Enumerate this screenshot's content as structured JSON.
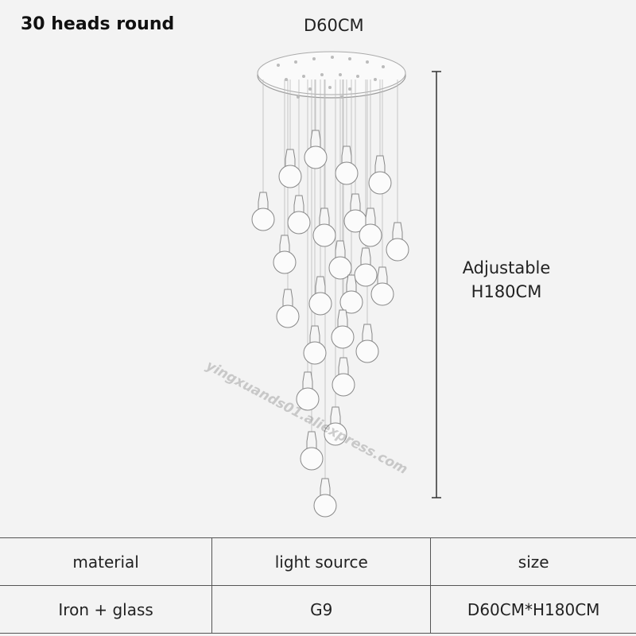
{
  "header": {
    "title": "30 heads round",
    "diameter_label": "D60CM"
  },
  "dimension": {
    "line1": "Adjustable",
    "line2": "H180CM"
  },
  "watermark": "yingxuands01.aliexpress.com",
  "specs": {
    "headers": [
      "material",
      "light source",
      "size"
    ],
    "values": [
      "Iron + glass",
      "G9",
      "D60CM*H180CM"
    ]
  },
  "colors": {
    "background": "#f3f3f3",
    "line": "#555555",
    "text": "#222222"
  }
}
